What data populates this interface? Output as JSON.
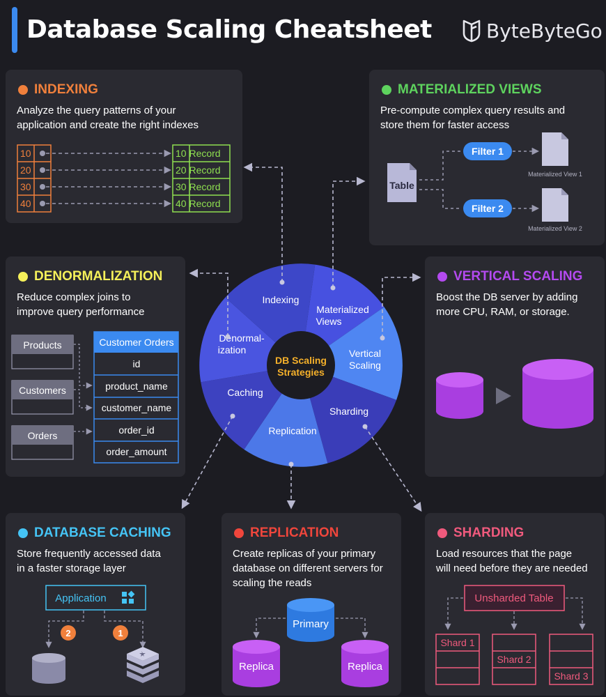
{
  "header": {
    "title": "Database Scaling Cheatsheet",
    "brand": "ByteByteGo"
  },
  "colors": {
    "indexing": "#f0803c",
    "materialized": "#5ed35e",
    "denormalization": "#f5f05a",
    "vertical": "#b44af0",
    "caching": "#45c4f5",
    "replication": "#f0463c",
    "sharding": "#f05a7d"
  },
  "indexing": {
    "title": "INDEXING",
    "desc_line1": "Analyze the query patterns of your",
    "desc_line2": "application and create the right indexes",
    "keys": [
      "10",
      "20",
      "30",
      "40"
    ],
    "records": [
      "10 Record",
      "20 Record",
      "30 Record",
      "40 Record"
    ]
  },
  "materialized": {
    "title": "MATERIALIZED VIEWS",
    "desc_line1": "Pre-compute complex query results and",
    "desc_line2": "store them for faster access",
    "table_label": "Table",
    "filter1": "Filter 1",
    "filter2": "Filter 2",
    "view1": "Materialized View 1",
    "view2": "Materialized View 2"
  },
  "denormalization": {
    "title": "DENORMALIZATION",
    "desc_line1": "Reduce complex joins to",
    "desc_line2": "improve query performance",
    "sources": [
      "Products",
      "Customers",
      "Orders"
    ],
    "target_header": "Customer Orders",
    "target_fields": [
      "id",
      "product_name",
      "customer_name",
      "order_id",
      "order_amount"
    ]
  },
  "vertical": {
    "title": "VERTICAL SCALING",
    "desc_line1": "Boost the DB server by adding",
    "desc_line2": "more CPU, RAM, or storage."
  },
  "caching": {
    "title": "DATABASE CACHING",
    "desc_line1": "Store frequently accessed data",
    "desc_line2": "in a faster storage layer",
    "app_label": "Application",
    "step1": "1",
    "step2": "2"
  },
  "replication": {
    "title": "REPLICATION",
    "desc_line1": "Create replicas of your primary",
    "desc_line2": "database on different servers for",
    "desc_line3": "scaling the reads",
    "primary": "Primary",
    "replica_left": "Replica",
    "replica_right": "Replica"
  },
  "sharding": {
    "title": "SHARDING",
    "desc_line1": "Load resources that the page",
    "desc_line2": "will need before they are needed",
    "unsharded": "Unsharded Table",
    "shard1": "Shard 1",
    "shard2": "Shard 2",
    "shard3": "Shard 3"
  },
  "wheel": {
    "center_line1": "DB Scaling",
    "center_line2": "Strategies",
    "indexing": "Indexing",
    "materialized_line1": "Materialized",
    "materialized_line2": "Views",
    "vertical_line1": "Vertical",
    "vertical_line2": "Scaling",
    "sharding": "Sharding",
    "replication": "Replication",
    "caching": "Caching",
    "denorm_line1": "Denormal-",
    "denorm_line2": "ization"
  }
}
